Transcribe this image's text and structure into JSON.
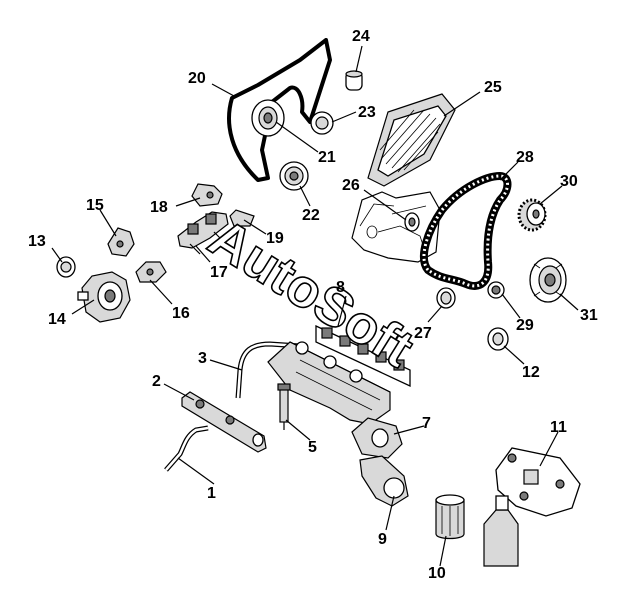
{
  "watermark": "AutoSoft",
  "callouts": [
    "1",
    "2",
    "3",
    "5",
    "7",
    "8",
    "9",
    "10",
    "11",
    "12",
    "13",
    "14",
    "15",
    "16",
    "17",
    "18",
    "19",
    "20",
    "21",
    "22",
    "23",
    "24",
    "25",
    "26",
    "27",
    "28",
    "29",
    "30",
    "31"
  ]
}
